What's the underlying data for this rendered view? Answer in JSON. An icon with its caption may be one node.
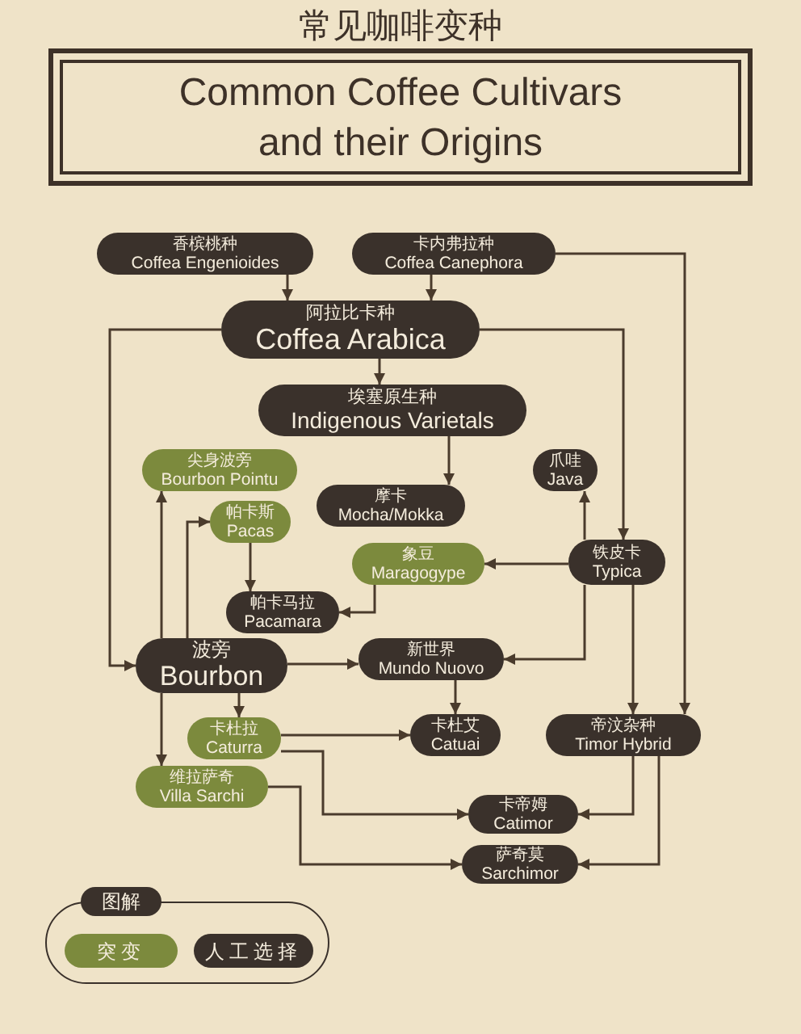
{
  "diagram": {
    "title": "常见咖啡变种",
    "nodes": [
      {
        "text": [
          "Common Coffee Cultivars and their Origins"
        ]
      },
      {
        "text": [
          "香槟桃种",
          "Coffea Engenioides"
        ]
      },
      {
        "text": [
          "卡内弗拉种",
          "Coffea Canephora"
        ]
      },
      {
        "text": [
          "阿拉比卡种",
          "Coffea Arabica"
        ]
      },
      {
        "text": [
          "埃塞原生种",
          "Indigenous Varietals"
        ]
      },
      {
        "text": [
          "尖身波旁",
          "Bourbon Pointu"
        ]
      },
      {
        "text": [
          "爪哇",
          "Java"
        ]
      },
      {
        "text": [
          "帕卡斯",
          "Pacas"
        ]
      },
      {
        "text": [
          "摩卡",
          "Mocha/Mokka"
        ]
      },
      {
        "text": [
          "象豆",
          "Maragogype"
        ]
      },
      {
        "text": [
          "铁皮卡",
          "Typica"
        ]
      },
      {
        "text": [
          "帕卡马拉",
          "Pacamara"
        ]
      },
      {
        "text": [
          "波旁",
          "Bourbon"
        ]
      },
      {
        "text": [
          "新世界",
          "Mundo Nuovo"
        ]
      },
      {
        "text": [
          "卡杜拉",
          "Caturra"
        ]
      },
      {
        "text": [
          "卡杜艾",
          "Catuai"
        ]
      },
      {
        "text": [
          "帝汶杂种",
          "Timor Hybrid"
        ]
      },
      {
        "text": [
          "维拉萨奇",
          "Villa Sarchi"
        ]
      },
      {
        "text": [
          "卡帝姆",
          "Catimor"
        ]
      },
      {
        "text": [
          "萨奇莫",
          "Sarchimor"
        ]
      }
    ],
    "edges": [
      {
        "from": 1,
        "to": 3,
        "arrow": "to"
      },
      {
        "from": 2,
        "to": 3,
        "arrow": "to"
      },
      {
        "from": 2,
        "to": 16,
        "arrow": "to"
      },
      {
        "from": 3,
        "to": 4,
        "arrow": "to"
      },
      {
        "from": 3,
        "to": 12,
        "arrow": "to"
      },
      {
        "from": 3,
        "to": 10,
        "arrow": "to"
      },
      {
        "from": 4,
        "to": 8,
        "arrow": "to"
      },
      {
        "from": 12,
        "to": 5,
        "arrow": "to"
      },
      {
        "from": 12,
        "to": 7,
        "arrow": "to"
      },
      {
        "from": 10,
        "to": 6,
        "arrow": "to"
      },
      {
        "from": 10,
        "to": 9,
        "arrow": "to"
      },
      {
        "from": 7,
        "to": 11,
        "arrow": "to"
      },
      {
        "from": 9,
        "to": 11,
        "arrow": "to"
      },
      {
        "from": 12,
        "to": 13,
        "arrow": "to"
      },
      {
        "from": 10,
        "to": 13,
        "arrow": "to"
      },
      {
        "from": 10,
        "to": 16,
        "arrow": "to"
      },
      {
        "from": 13,
        "to": 15,
        "arrow": "to"
      },
      {
        "from": 12,
        "to": 14,
        "arrow": "to"
      },
      {
        "from": 12,
        "to": 17,
        "arrow": "to"
      },
      {
        "from": 14,
        "to": 15,
        "arrow": "to"
      },
      {
        "from": 14,
        "to": 18,
        "arrow": "to"
      },
      {
        "from": 16,
        "to": 18,
        "arrow": "to"
      },
      {
        "from": 17,
        "to": 19,
        "arrow": "to"
      },
      {
        "from": 16,
        "to": 19,
        "arrow": "to"
      }
    ],
    "labels": [
      "图解"
    ],
    "legend": [
      {
        "text": "突变",
        "color": "#7c8a3d"
      },
      {
        "text": "人工选择",
        "color": "#3a312b"
      }
    ]
  }
}
